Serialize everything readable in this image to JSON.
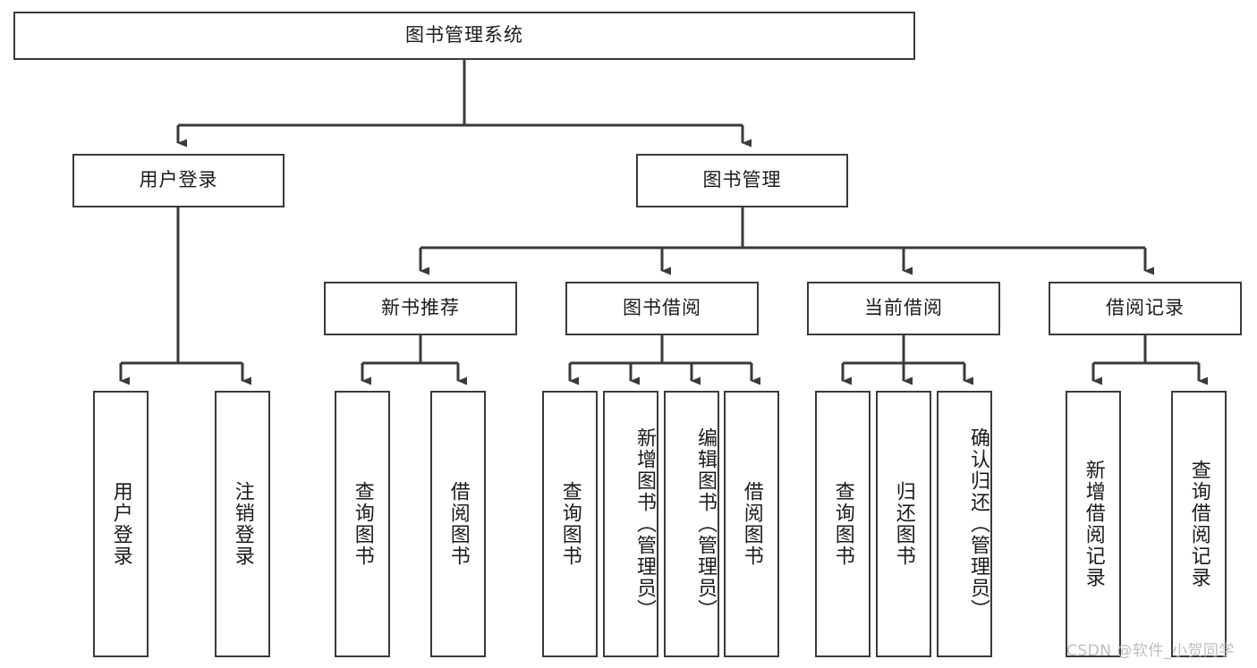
{
  "diagram": {
    "type": "tree-hierarchy",
    "title": "图书管理系统",
    "watermark": "CSDN @软件_小贺同学",
    "colors": {
      "box_border": "#3a3a3a",
      "box_fill": "#ffffff",
      "connector": "#3a3a3a",
      "text": "#1b1b1b",
      "watermark": "#bdbdbd",
      "background": "#ffffff"
    },
    "root": {
      "label": "图书管理系统"
    },
    "level2": [
      {
        "label": "用户登录"
      },
      {
        "label": "图书管理"
      }
    ],
    "level3": [
      {
        "label": "新书推荐"
      },
      {
        "label": "图书借阅"
      },
      {
        "label": "当前借阅"
      },
      {
        "label": "借阅记录"
      }
    ],
    "leaves": {
      "user_login": [
        {
          "label": "用户登录"
        },
        {
          "label": "注销登录"
        }
      ],
      "new_book_recommend": [
        {
          "label": "查询图书"
        },
        {
          "label": "借阅图书"
        }
      ],
      "book_borrow": [
        {
          "label": "查询图书"
        },
        {
          "label": "新增图书（管理员）"
        },
        {
          "label": "编辑图书（管理员）"
        },
        {
          "label": "借阅图书"
        }
      ],
      "current_borrow": [
        {
          "label": "查询图书"
        },
        {
          "label": "归还图书"
        },
        {
          "label": "确认归还（管理员）"
        }
      ],
      "borrow_record": [
        {
          "label": "新增借阅记录"
        },
        {
          "label": "查询借阅记录"
        }
      ]
    }
  }
}
